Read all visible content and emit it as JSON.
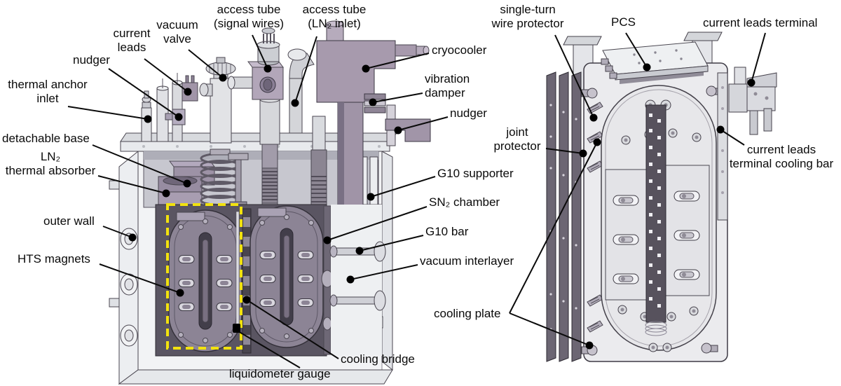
{
  "figure": {
    "description": "Cutaway CAD illustration of a cryostat with HTS magnets (left) and magnet/cooling-plate assembly detail (right)",
    "panels": [
      "cryostat-cutaway-view",
      "magnet-assembly-view"
    ]
  },
  "labels": {
    "access_tube_signal": "access tube\n(signal wires)",
    "access_tube_ln2": "access tube\n(LN₂ inlet)",
    "vacuum_valve": "vacuum\nvalve",
    "current_leads": "current\nleads",
    "nudger_left": "nudger",
    "thermal_anchor_inlet": "thermal anchor\ninlet",
    "detachable_base": "detachable base",
    "ln2_thermal_absorber": "LN₂\nthermal absorber",
    "outer_wall": "outer wall",
    "hts_magnets": "HTS magnets",
    "cryocooler": "cryocooler",
    "vibration_damper": "vibration\ndamper",
    "nudger_right": "nudger",
    "g10_supporter": "G10 supporter",
    "sn2_chamber": "SN₂ chamber",
    "g10_bar": "G10 bar",
    "vacuum_interlayer": "vacuum interlayer",
    "cooling_bridge": "cooling bridge",
    "liquidometer_gauge": "liquidometer gauge",
    "single_turn_wire_protector": "single-turn\nwire protector",
    "pcs": "PCS",
    "current_leads_terminal": "current leads terminal",
    "joint_protector": "joint\nprotector",
    "current_leads_terminal_cooling_bar": "current leads\nterminal cooling bar",
    "cooling_plate": "cooling plate"
  },
  "colors": {
    "leader_line": "#0a0a0a",
    "highlight_dashed_box": "#f2e20e",
    "component_purple": "#a79aad",
    "magnet_purple": "#8c8495",
    "dark_plate_purple": "#6c6673",
    "metal_light": "#e9e9ec",
    "outline": "#45414b"
  }
}
